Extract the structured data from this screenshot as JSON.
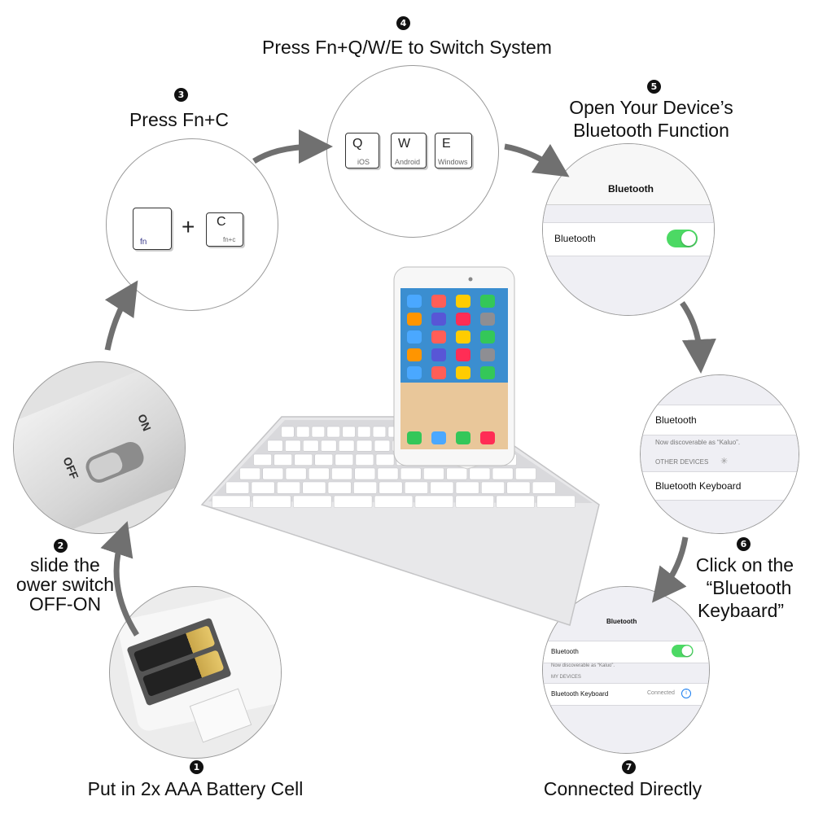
{
  "steps": [
    {
      "num": "1",
      "caption": "Put in 2x AAA Battery Cell"
    },
    {
      "num": "2",
      "caption_lines": [
        "slide the",
        "ower switch",
        "OFF-ON"
      ]
    },
    {
      "num": "3",
      "caption": "Press Fn+C"
    },
    {
      "num": "4",
      "caption": "Press Fn+Q/W/E to Switch System"
    },
    {
      "num": "5",
      "caption_lines": [
        "Open Your Device’s",
        "Bluetooth Function"
      ]
    },
    {
      "num": "6",
      "caption_lines": [
        "Click on the",
        "“Bluetooth",
        "Keybaard”"
      ]
    },
    {
      "num": "7",
      "caption": "Connected Directly"
    }
  ],
  "step2_switch": {
    "off": "OFF",
    "on": "ON"
  },
  "step3_keys": {
    "fn_main": "",
    "fn_sub": "fn",
    "plus": "+",
    "c_main": "C",
    "c_sub": "fn+c"
  },
  "step4_keys": [
    {
      "main": "Q",
      "sub": "iOS"
    },
    {
      "main": "W",
      "sub": "Android"
    },
    {
      "main": "E",
      "sub": "Windows"
    }
  ],
  "step5_screen": {
    "header": "Bluetooth",
    "row_label": "Bluetooth"
  },
  "step6_screen": {
    "row_label": "Bluetooth",
    "discoverable": "Now discoverable as “Kaluo”.",
    "section": "OTHER DEVICES",
    "device": "Bluetooth Keyboard"
  },
  "step7_screen": {
    "header": "Bluetooth",
    "row_label": "Bluetooth",
    "discoverable": "Now discoverable as “Kaluo”.",
    "section": "MY DEVICES",
    "device": "Bluetooth Keyboard",
    "status": "Connected"
  },
  "colors": {
    "toggle_on": "#4cd964",
    "text": "#111111",
    "arrow": "#707070"
  }
}
